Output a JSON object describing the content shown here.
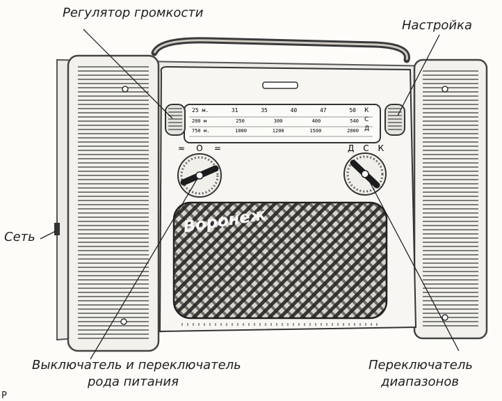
{
  "labels": {
    "volume": "Регулятор громкости",
    "tuning": "Настройка",
    "mains": "Сеть",
    "power_switch_line1": "Выключатель и переключатель",
    "power_switch_line2": "рода питания",
    "band_switch_line1": "Переключатель",
    "band_switch_line2": "диапазонов"
  },
  "brand": "Воронеж",
  "dial": {
    "row1": [
      "25 м.",
      "31",
      "35",
      "40",
      "47",
      "50"
    ],
    "row2": [
      "200 м",
      "250",
      "300",
      "400",
      "540"
    ],
    "row3": [
      "750 м.",
      "1000",
      "1200",
      "1500",
      "2000"
    ],
    "band_letters": [
      "К",
      "С",
      "Д"
    ]
  },
  "power_knob_marks": [
    "≈",
    "O",
    "="
  ],
  "band_knob_marks": [
    "Д",
    "С",
    "К"
  ],
  "caption_partial": "Р"
}
